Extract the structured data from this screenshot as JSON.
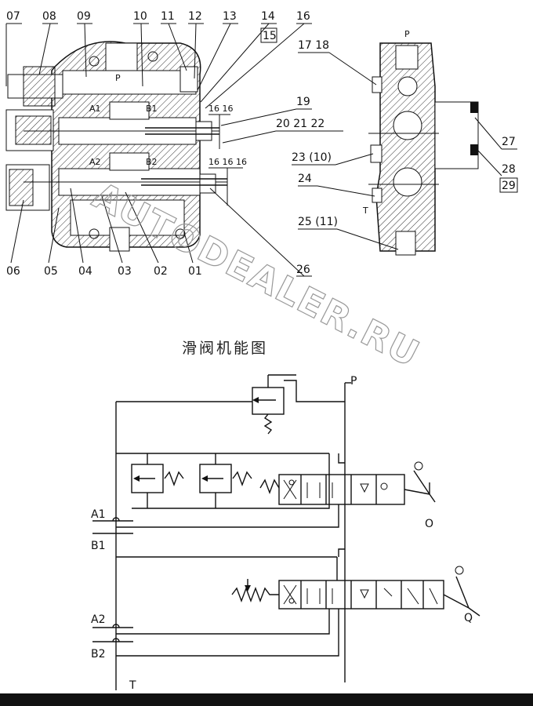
{
  "section_view": {
    "labels_top": [
      "07",
      "08",
      "09",
      "10",
      "11",
      "12",
      "13",
      "14",
      "15",
      "16"
    ],
    "labels_bottom": [
      "06",
      "05",
      "04",
      "03",
      "02",
      "01"
    ],
    "port_p": "P",
    "port_a1": "A1",
    "port_b1": "B1",
    "port_a2": "A2",
    "port_b2": "B2",
    "callout_16_upper": "16 16",
    "callout_16_lower": "16 16 16",
    "label_19": "19",
    "label_20_22": "20 21 22",
    "label_26": "26"
  },
  "side_view": {
    "port_p": "P",
    "port_t": "T",
    "label_17_18": "17 18",
    "label_23": "23 (10)",
    "label_24": "24",
    "label_25": "25 (11)",
    "label_27": "27",
    "label_28": "28",
    "label_29": "29"
  },
  "schematic": {
    "title": "滑阀机能图",
    "port_p": "P",
    "port_t": "T",
    "port_a1": "A1",
    "port_b1": "B1",
    "port_a2": "A2",
    "port_b2": "B2",
    "lever_upper": "O",
    "lever_lower": "Q"
  },
  "watermark": "AUTODEALER.RU"
}
